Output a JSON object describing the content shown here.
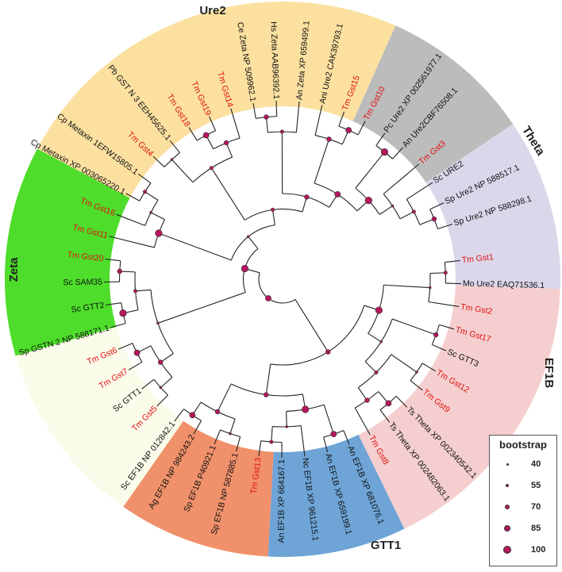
{
  "colors": {
    "ure2": "#fbe0a0",
    "gray": "#bcbcbc",
    "theta": "#dcd6ea",
    "ef1b": "#f5cfcf",
    "gtt1": "#6ea4d6",
    "orange": "#f0916b",
    "metaxin": "#fbfbea",
    "zeta": "#4ddd2a",
    "branch": "#222222",
    "node": "#b5175d",
    "label_red": "#e01010",
    "label_black": "#111111"
  },
  "groups": [
    {
      "key": "ure2",
      "label": "Ure2"
    },
    {
      "key": "theta",
      "label": "Theta"
    },
    {
      "key": "ef1b",
      "label": "EF1B"
    },
    {
      "key": "gtt1",
      "label": "GTT1"
    },
    {
      "key": "zeta",
      "label": "Zeta"
    }
  ],
  "leaves": [
    {
      "name": "Tm Gst1",
      "red": true
    },
    {
      "name": "Mo Ure2 EAQ71536.1",
      "red": false
    },
    {
      "name": "Tm Gst2",
      "red": true
    },
    {
      "name": "Tm Gst17",
      "red": true
    },
    {
      "name": "Sc GTT3",
      "red": false
    },
    {
      "name": "Tm Gst12",
      "red": true
    },
    {
      "name": "Tm Gst9",
      "red": true
    },
    {
      "name": "Ts Theta XP 002340542.1",
      "red": false
    },
    {
      "name": "Ts Theta XP 002482063.1",
      "red": false
    },
    {
      "name": "Tm Gst8",
      "red": true
    },
    {
      "name": "An EF1B XP 681076.1",
      "red": false
    },
    {
      "name": "An EF1B XP 659199.1",
      "red": false
    },
    {
      "name": "Nc EF1B XP 961215.1",
      "red": false
    },
    {
      "name": "An EF1B XP 664167.1",
      "red": false
    },
    {
      "name": "Tm Gst13",
      "red": true
    },
    {
      "name": "Sp EF1B NP 587885.1",
      "red": false
    },
    {
      "name": "Sp EF1B P40921.1",
      "red": false
    },
    {
      "name": "Ag EF1B NP 984243.2",
      "red": false
    },
    {
      "name": "Sc EF1B NP 012842.1",
      "red": false
    },
    {
      "name": "Tm Gst5",
      "red": true
    },
    {
      "name": "Sc GTT1",
      "red": false
    },
    {
      "name": "Tm Gst7",
      "red": true
    },
    {
      "name": "Tm Gst6",
      "red": true
    },
    {
      "name": "Sp GSTN 2 NP 588171.1",
      "red": false
    },
    {
      "name": "Sc GTT2",
      "red": false
    },
    {
      "name": "Sc SAM35",
      "red": false
    },
    {
      "name": "Tm Gst20",
      "red": true
    },
    {
      "name": "Tm Gst11",
      "red": true
    },
    {
      "name": "Tm Gst16",
      "red": true
    },
    {
      "name": "Cp Metaxin XP 003065220.1",
      "red": false
    },
    {
      "name": "Cp Metaxin 1EFW15805.1",
      "red": false
    },
    {
      "name": "Tm Gst4",
      "red": true
    },
    {
      "name": "Pb GST N 3 EEH45625.1",
      "red": false
    },
    {
      "name": "Tm Gst18",
      "red": true
    },
    {
      "name": "Tm Gst19",
      "red": true
    },
    {
      "name": "Tm Gst14",
      "red": true
    },
    {
      "name": "Ce Zeta NP 509962.1",
      "red": false
    },
    {
      "name": "Hs Zeta AAB96392.1",
      "red": false
    },
    {
      "name": "An Zeta XP 659499.1",
      "red": false
    },
    {
      "name": "Ani Ure2 CAK39793.1",
      "red": false
    },
    {
      "name": "Tm Gst15",
      "red": true
    },
    {
      "name": "Tm Gst10",
      "red": true
    },
    {
      "name": "Pc Ure2 XP 002561977.1",
      "red": false
    },
    {
      "name": "An Ure2CBF76508.1",
      "red": false
    },
    {
      "name": "Tm Gst3",
      "red": true
    },
    {
      "name": "Sc URE2",
      "red": false
    },
    {
      "name": "Sp Ure2 NP 588517.1",
      "red": false
    },
    {
      "name": "Sp Ure2 NP 588298.1",
      "red": false
    }
  ],
  "legend": {
    "title": "bootstrap",
    "items": [
      {
        "value": "40",
        "level": 40
      },
      {
        "value": "55",
        "level": 55
      },
      {
        "value": "70",
        "level": 70
      },
      {
        "value": "85",
        "level": 85
      },
      {
        "value": "100",
        "level": 100
      }
    ]
  }
}
